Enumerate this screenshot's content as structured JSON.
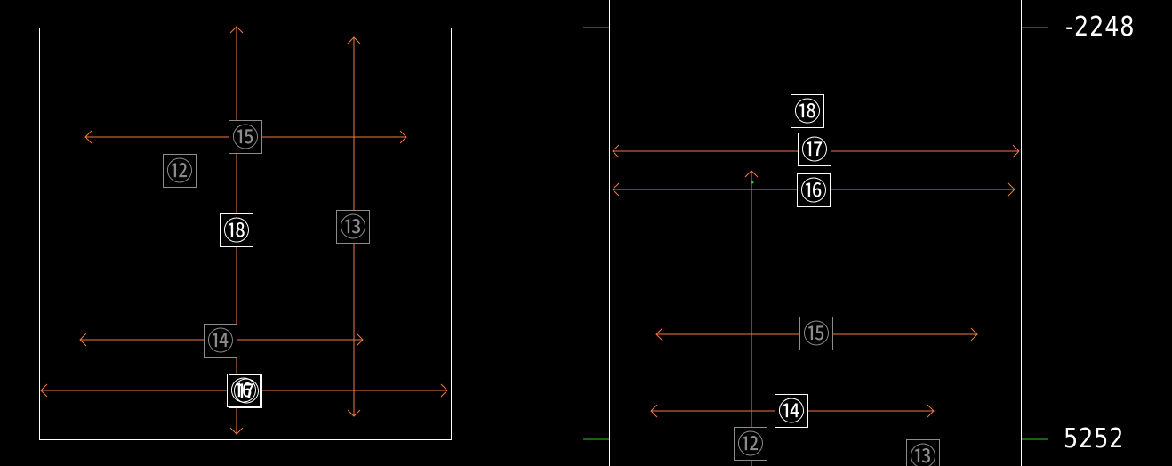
{
  "colors": {
    "background": "#000000",
    "frame": "#ffffff",
    "dimension": "#f07a46",
    "marker_active": "#ffffff",
    "marker_inactive": "#8c8c8c",
    "level_tick": "#28c828"
  },
  "levels": {
    "top": "-2248",
    "bottom": "5252"
  },
  "left_view": {
    "markers": [
      {
        "id": "m12",
        "label": "⑫",
        "active": false
      },
      {
        "id": "m13",
        "label": "⑬",
        "active": false
      },
      {
        "id": "m14",
        "label": "⑭",
        "active": false
      },
      {
        "id": "m15",
        "label": "⑮",
        "active": false
      },
      {
        "id": "m16",
        "label": "⑯",
        "active": true
      },
      {
        "id": "m17",
        "label": "⑰",
        "active": true
      },
      {
        "id": "m18",
        "label": "⑱",
        "active": true
      }
    ]
  },
  "right_view": {
    "markers": [
      {
        "id": "r18",
        "label": "⑱",
        "active": true
      },
      {
        "id": "r17",
        "label": "⑰",
        "active": true
      },
      {
        "id": "r16",
        "label": "⑯",
        "active": true
      },
      {
        "id": "r15",
        "label": "⑮",
        "active": false
      },
      {
        "id": "r14",
        "label": "⑭",
        "active": true
      },
      {
        "id": "r12",
        "label": "⑫",
        "active": false
      },
      {
        "id": "r13",
        "label": "⑬",
        "active": false
      }
    ]
  }
}
